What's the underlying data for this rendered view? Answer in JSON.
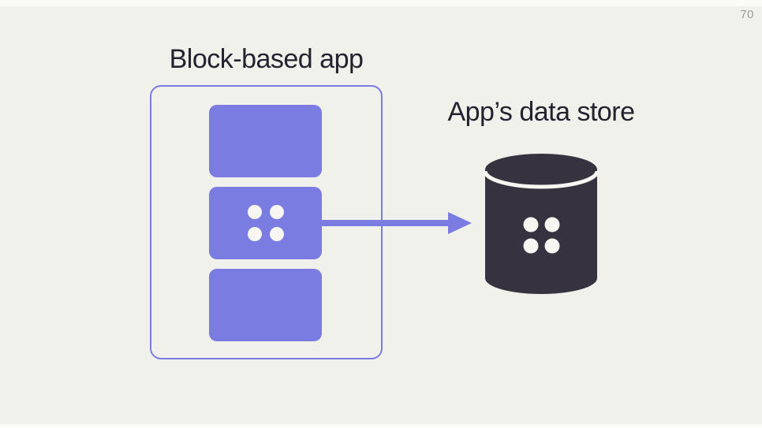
{
  "page": {
    "slide_number": "70"
  },
  "colors": {
    "background": "#f1f1ec",
    "strip": "#fbfbf8",
    "purple": "#7b7ce2",
    "dark": "#363240",
    "text": "#252230",
    "muted": "#9d9d97",
    "dot": "#f7f6f1"
  },
  "diagram": {
    "app": {
      "title": "Block-based app",
      "blocks": [
        {
          "id": "block-top",
          "has_dots": false
        },
        {
          "id": "block-middle",
          "has_dots": true
        },
        {
          "id": "block-bottom",
          "has_dots": false
        }
      ]
    },
    "arrow": {
      "from": "block-middle",
      "to": "data-store",
      "direction": "right"
    },
    "datastore": {
      "label": "App’s data store",
      "icon": "database-cylinder-icon"
    }
  }
}
